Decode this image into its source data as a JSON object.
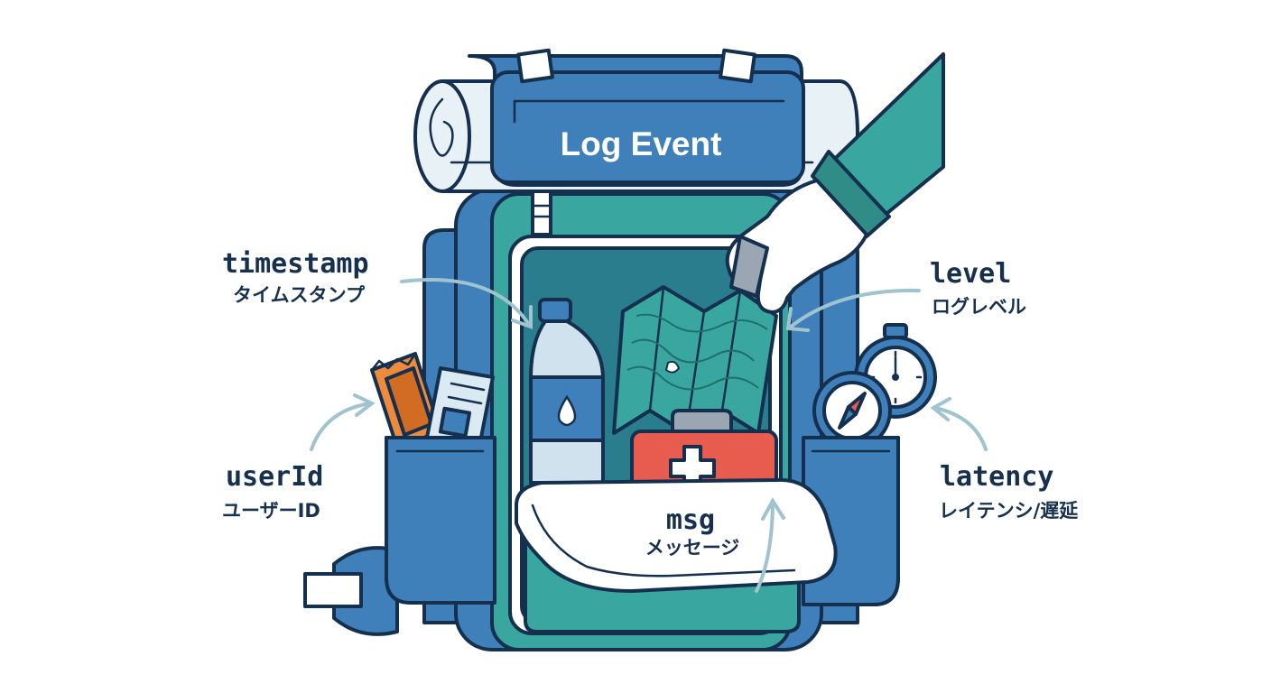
{
  "title": "Log Event",
  "fields": {
    "timestamp": {
      "name": "timestamp",
      "label": "タイムスタンプ"
    },
    "level": {
      "name": "level",
      "label": "ログレベル"
    },
    "userId": {
      "name": "userId",
      "label": "ユーザーID"
    },
    "latency": {
      "name": "latency",
      "label": "レイテンシ/遅延"
    },
    "msg": {
      "name": "msg",
      "label": "メッセージ"
    }
  },
  "colors": {
    "outline": "#15304f",
    "blue": "#3f7fba",
    "teal": "#3aa6a0",
    "arrow": "#9fc3cf",
    "red": "#e85b4f",
    "orange": "#ee8a3c"
  }
}
